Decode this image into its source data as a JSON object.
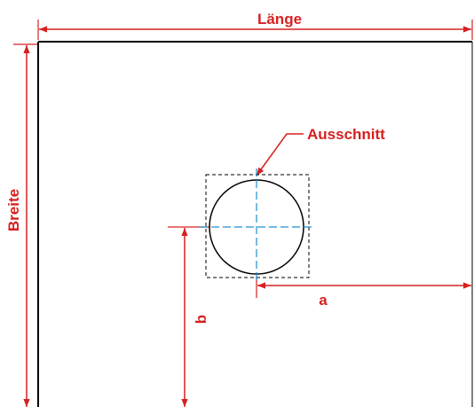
{
  "colors": {
    "dimension": "#d62020",
    "outline": "#000000",
    "centerline": "#1e8fd0",
    "background": "#ffffff"
  },
  "labels": {
    "length": "Länge",
    "width": "Breite",
    "cutout": "Ausschnitt",
    "a": "a",
    "b": "b"
  }
}
